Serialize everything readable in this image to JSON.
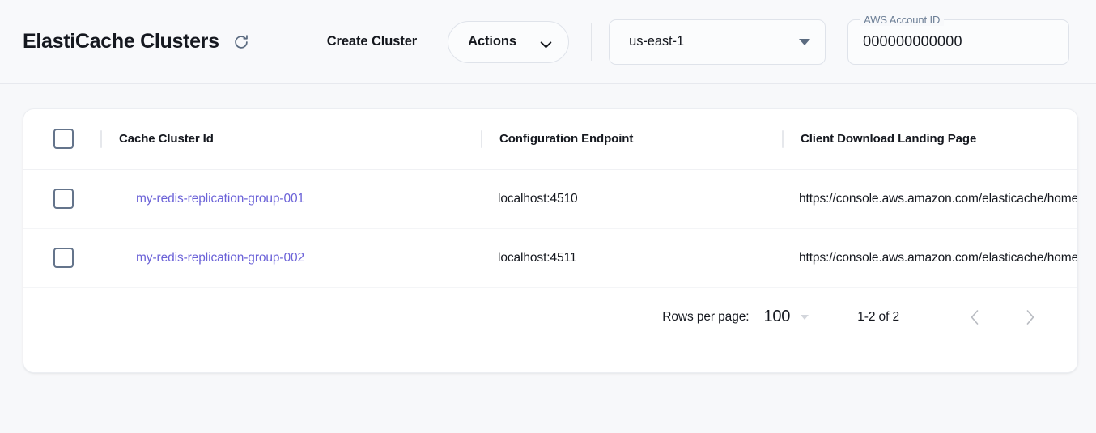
{
  "header": {
    "title": "ElastiCache Clusters",
    "refresh_icon": "refresh-icon",
    "create_cluster_label": "Create Cluster",
    "actions_label": "Actions",
    "actions_chevron_icon": "chevron-down-icon",
    "region": {
      "value": "us-east-1",
      "caret_icon": "triangle-down-icon"
    },
    "account": {
      "label": "AWS Account ID",
      "value": "000000000000"
    }
  },
  "table": {
    "columns": [
      {
        "key": "select",
        "label": ""
      },
      {
        "key": "cluster_id",
        "label": "Cache Cluster Id"
      },
      {
        "key": "endpoint",
        "label": "Configuration Endpoint"
      },
      {
        "key": "landing_page",
        "label": "Client Download Landing Page"
      }
    ],
    "rows": [
      {
        "cluster_id": "my-redis-replication-group-001",
        "endpoint": "localhost:4510",
        "landing_page": "https://console.aws.amazon.com/elasticache/home"
      },
      {
        "cluster_id": "my-redis-replication-group-002",
        "endpoint": "localhost:4511",
        "landing_page": "https://console.aws.amazon.com/elasticache/home"
      }
    ]
  },
  "pagination": {
    "rows_per_page_label": "Rows per page:",
    "rows_per_page_value": "100",
    "range_label": "1-2 of 2",
    "prev_icon": "chevron-left-icon",
    "next_icon": "chevron-right-icon"
  },
  "colors": {
    "link": "#6c63d8",
    "page_bg": "#f7f8fa",
    "card_bg": "#ffffff",
    "checkbox_border": "#64748b",
    "text": "#15181f"
  }
}
